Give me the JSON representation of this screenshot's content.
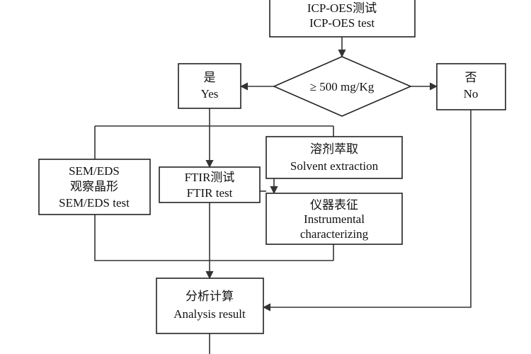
{
  "nodes": {
    "icp": {
      "zh": "ICP-OES测试",
      "en": "ICP-OES test"
    },
    "decision": {
      "label": "≥  500 mg/Kg"
    },
    "yes": {
      "zh": "是",
      "en": "Yes"
    },
    "no": {
      "zh": "否",
      "en": "No"
    },
    "sem": {
      "line1": "SEM/EDS",
      "zh": "观察晶形",
      "en": "SEM/EDS test"
    },
    "ftir": {
      "zh": "FTIR测试",
      "en": "FTIR test"
    },
    "solvent": {
      "zh": "溶剂萃取",
      "en": "Solvent extraction"
    },
    "instrument": {
      "zh": "仪器表征",
      "en1": "Instrumental",
      "en2": "characterizing"
    },
    "analysis": {
      "zh": "分析计算",
      "en": "Analysis result"
    }
  }
}
